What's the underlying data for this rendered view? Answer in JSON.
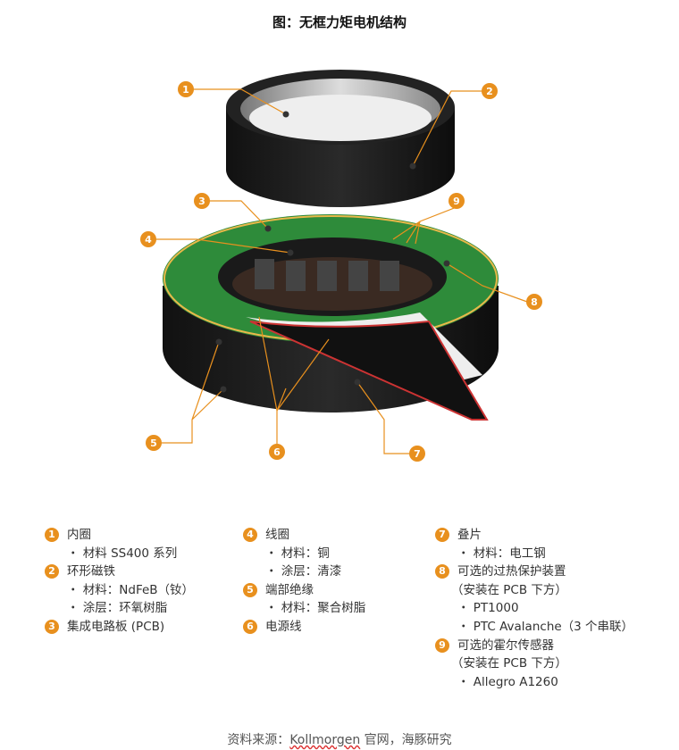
{
  "title": "图：无框力矩电机结构",
  "callouts": [
    "1",
    "2",
    "3",
    "4",
    "5",
    "6",
    "7",
    "8",
    "9"
  ],
  "legend": {
    "col1": [
      {
        "num": "1",
        "label": "内圈"
      },
      {
        "sub": "・ 材料 SS400 系列"
      },
      {
        "num": "2",
        "label": "环形磁铁"
      },
      {
        "sub": "・ 材料：NdFeB（钕）"
      },
      {
        "sub": "・ 涂层：环氧树脂"
      },
      {
        "num": "3",
        "label": "集成电路板 (PCB)"
      }
    ],
    "col2": [
      {
        "num": "4",
        "label": "线圈"
      },
      {
        "sub": "・ 材料：铜"
      },
      {
        "sub": "・ 涂层：清漆"
      },
      {
        "num": "5",
        "label": "端部绝缘"
      },
      {
        "sub": "・ 材料：聚合树脂"
      },
      {
        "num": "6",
        "label": "电源线"
      }
    ],
    "col3": [
      {
        "num": "7",
        "label": "叠片"
      },
      {
        "sub": "・ 材料：电工钢"
      },
      {
        "num": "8",
        "label": "可选的过热保护装置"
      },
      {
        "note": "（安装在 PCB 下方）"
      },
      {
        "sub": "・ PT1000"
      },
      {
        "sub": "・ PTC Avalanche（3 个串联）"
      },
      {
        "num": "9",
        "label": "可选的霍尔传感器"
      },
      {
        "note": "（安装在 PCB 下方）"
      },
      {
        "sub": "・ Allegro A1260"
      }
    ]
  },
  "source": {
    "prefix": "资料来源：",
    "link": "Kollmorgen",
    "suffix": " 官网，海豚研究"
  },
  "colors": {
    "accent": "#e8901e",
    "pcb": "#2e8b3a"
  }
}
